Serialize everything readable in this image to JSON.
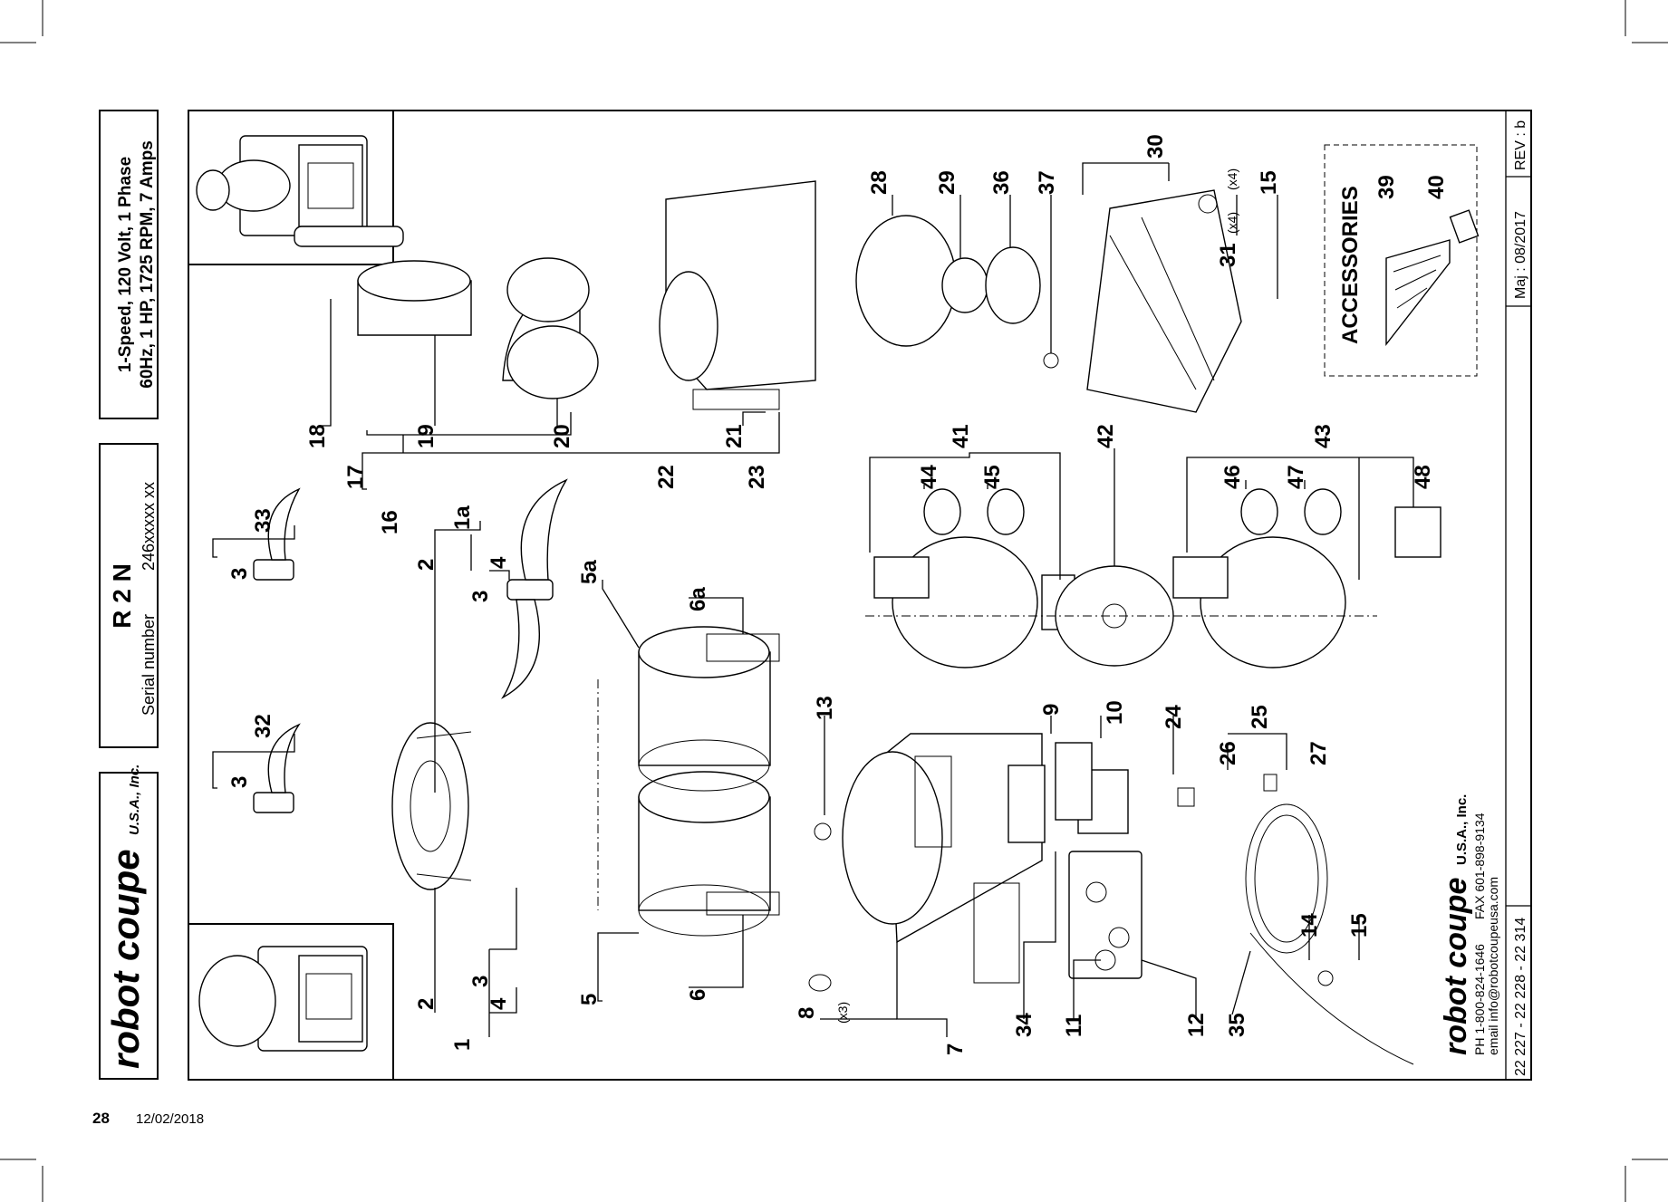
{
  "header": {
    "brand": "robot coupe",
    "brand_suffix": "U.S.A., Inc.",
    "model": "R 2 N",
    "serial_label": "Serial number",
    "serial_value": "246xxxxx xx",
    "spec_line1": "1-Speed, 120 Volt, 1 Phase",
    "spec_line2": "60Hz, 1 HP, 1725 RPM, 7 Amps"
  },
  "revision": {
    "date": "Maj : 08/2017",
    "rev": "REV : b",
    "refs": "22 227 - 22 228 - 22 314"
  },
  "accessories_title": "ACCESSORIES",
  "footer": {
    "brand": "robot coupe",
    "brand_suffix": "U.S.A., Inc.",
    "phone": "PH 1-800-824-1646",
    "fax": "FAX 601-898-9134",
    "email": "email info@robotcoupeusa.com"
  },
  "page": {
    "number": "28",
    "date": "12/02/2018"
  },
  "quantities": {
    "x3": "(x3)",
    "x4": "(x4)"
  },
  "callouts": {
    "c1": "1",
    "c1a": "1a",
    "c2": "2",
    "c3": "3",
    "c4": "4",
    "c5": "5",
    "c5a": "5a",
    "c6": "6",
    "c6a": "6a",
    "c7": "7",
    "c8": "8",
    "c9": "9",
    "c10": "10",
    "c11": "11",
    "c12": "12",
    "c13": "13",
    "c14": "14",
    "c15": "15",
    "c16": "16",
    "c17": "17",
    "c18": "18",
    "c19": "19",
    "c20": "20",
    "c21": "21",
    "c22": "22",
    "c23": "23",
    "c24": "24",
    "c25": "25",
    "c26": "26",
    "c27": "27",
    "c28": "28",
    "c29": "29",
    "c30": "30",
    "c31": "31",
    "c32": "32",
    "c33": "33",
    "c34": "34",
    "c35": "35",
    "c36": "36",
    "c37": "37",
    "c39": "39",
    "c40": "40",
    "c41": "41",
    "c42": "42",
    "c43": "43",
    "c44": "44",
    "c45": "45",
    "c46": "46",
    "c47": "47",
    "c48": "48"
  }
}
